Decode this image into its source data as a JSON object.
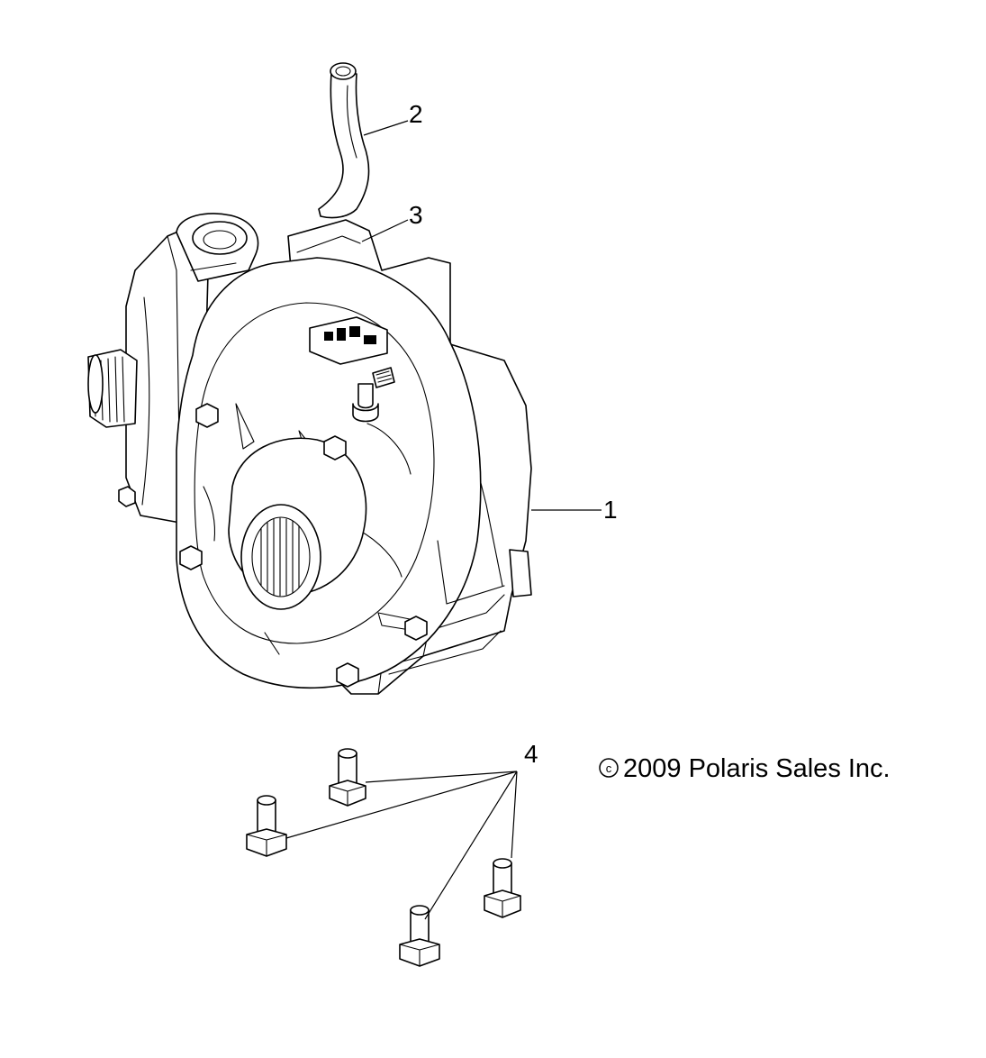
{
  "callouts": [
    {
      "number": "1",
      "part": "gearcase-assembly"
    },
    {
      "number": "2",
      "part": "vent-hose"
    },
    {
      "number": "3",
      "part": "hose-clamp"
    },
    {
      "number": "4",
      "part": "mounting-bolts"
    }
  ],
  "copyright": {
    "symbol": "c",
    "text": "2009 Polaris Sales Inc."
  }
}
